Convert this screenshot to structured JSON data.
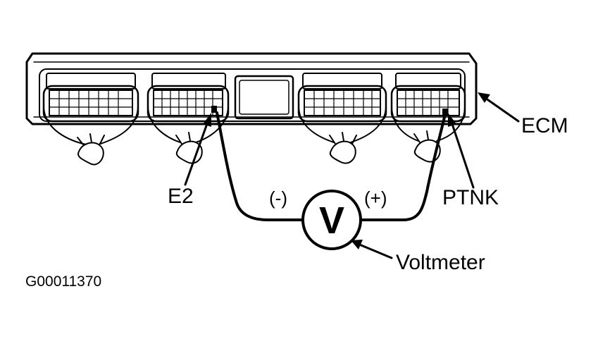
{
  "diagram": {
    "labels": {
      "ecm": "ECM",
      "e2": "E2",
      "ptnk": "PTNK",
      "negative": "(-)",
      "positive": "(+)",
      "voltmeter_symbol": "V",
      "voltmeter": "Voltmeter",
      "figure_id": "G00011370"
    }
  }
}
